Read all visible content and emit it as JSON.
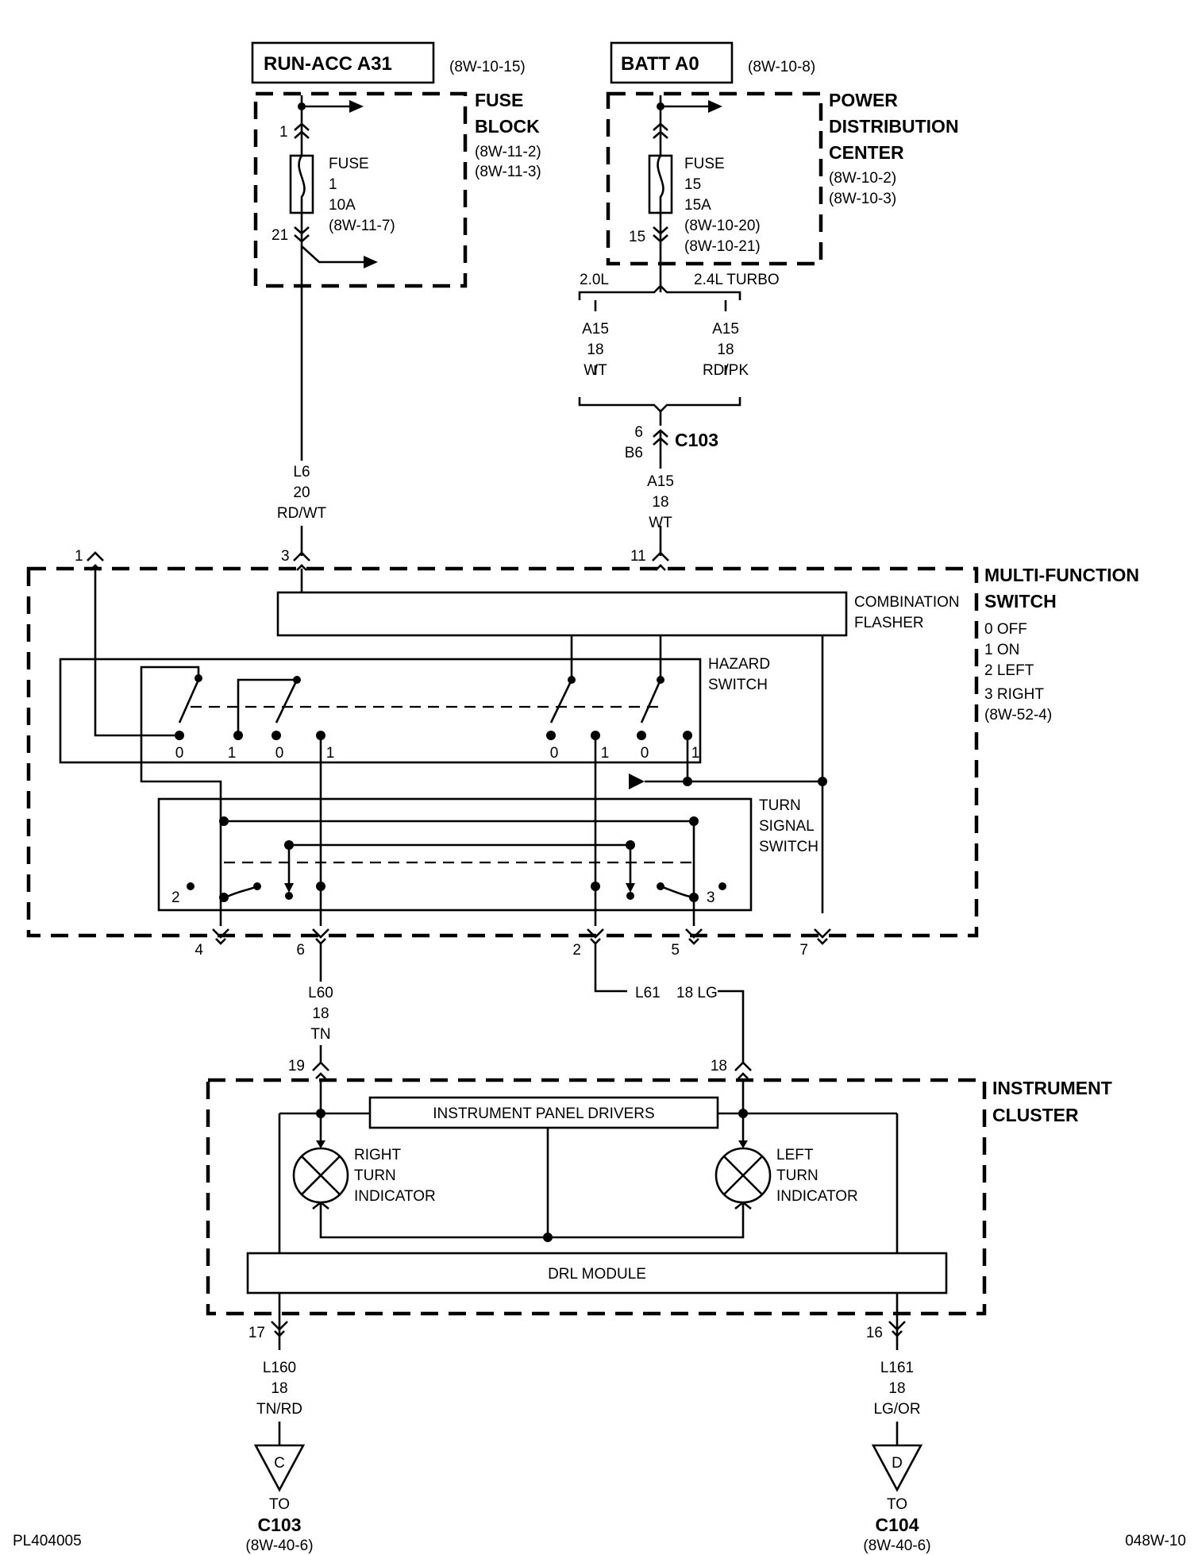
{
  "source_run": {
    "label": "RUN-ACC A31",
    "ref": "(8W-10-15)"
  },
  "source_batt": {
    "label": "BATT A0",
    "ref": "(8W-10-8)"
  },
  "fuse_block": {
    "title_1": "FUSE",
    "title_2": "BLOCK",
    "ref_1": "(8W-11-2)",
    "ref_2": "(8W-11-3)",
    "pin_in": "1",
    "pin_out": "21",
    "fuse_1": "FUSE",
    "fuse_2": "1",
    "fuse_3": "10A",
    "fuse_4": "(8W-11-7)"
  },
  "pdc": {
    "title_1": "POWER",
    "title_2": "DISTRIBUTION",
    "title_3": "CENTER",
    "ref_1": "(8W-10-2)",
    "ref_2": "(8W-10-3)",
    "pin_out": "15",
    "fuse_1": "FUSE",
    "fuse_2": "15",
    "fuse_3": "15A",
    "fuse_4": "(8W-10-20)",
    "fuse_5": "(8W-10-21)"
  },
  "options": {
    "left": "2.0L",
    "right": "2.4L TURBO",
    "left_wire_1": "A15",
    "left_wire_2": "18",
    "left_wire_3": "WT",
    "right_wire_1": "A15",
    "right_wire_2": "18",
    "right_wire_3": "RD/PK"
  },
  "c103_conn": {
    "pin_a": "6",
    "pin_b": "B6",
    "name": "C103"
  },
  "wire_a15": {
    "c": "A15",
    "g": "18",
    "col": "WT"
  },
  "wire_l6": {
    "c": "L6",
    "g": "20",
    "col": "RD/WT"
  },
  "mfs": {
    "title_1": "MULTI-FUNCTION",
    "title_2": "SWITCH",
    "legend_1": "0 OFF",
    "legend_2": "1 ON",
    "legend_3": "2 LEFT",
    "legend_4": "3 RIGHT",
    "legend_5": "(8W-52-4)",
    "pin_1": "1",
    "pin_3": "3",
    "pin_11": "11",
    "flasher_1": "COMBINATION",
    "flasher_2": "FLASHER",
    "hazard_1": "HAZARD",
    "hazard_2": "SWITCH",
    "turn_1": "TURN",
    "turn_2": "SIGNAL",
    "turn_3": "SWITCH",
    "pos_a0": "0",
    "pos_a1": "1",
    "pos_b0": "0",
    "pos_b1": "1",
    "pos_c0": "0",
    "pos_c1": "1",
    "pos_d0": "0",
    "pos_d1": "1",
    "pos_left": "2",
    "pos_right": "3",
    "pin_4": "4",
    "pin_6": "6",
    "pin_2": "2",
    "pin_5": "5",
    "pin_7": "7"
  },
  "wire_l60": {
    "c": "L60",
    "g": "18",
    "col": "TN"
  },
  "wire_l61": {
    "c": "L61",
    "g": "18 LG"
  },
  "cluster": {
    "title_1": "INSTRUMENT",
    "title_2": "CLUSTER",
    "pin_19": "19",
    "pin_18": "18",
    "pin_17": "17",
    "pin_16": "16",
    "drivers": "INSTRUMENT PANEL DRIVERS",
    "right_1": "RIGHT",
    "right_2": "TURN",
    "right_3": "INDICATOR",
    "left_1": "LEFT",
    "left_2": "TURN",
    "left_3": "INDICATOR",
    "drl": "DRL MODULE"
  },
  "wire_l160": {
    "c": "L160",
    "g": "18",
    "col": "TN/RD"
  },
  "wire_l161": {
    "c": "L161",
    "g": "18",
    "col": "LG/OR"
  },
  "term_c": {
    "letter": "C",
    "to": "TO",
    "conn": "C103",
    "ref": "(8W-40-6)"
  },
  "term_d": {
    "letter": "D",
    "to": "TO",
    "conn": "C104",
    "ref": "(8W-40-6)"
  },
  "footer": {
    "left": "PL404005",
    "right": "048W-10"
  }
}
